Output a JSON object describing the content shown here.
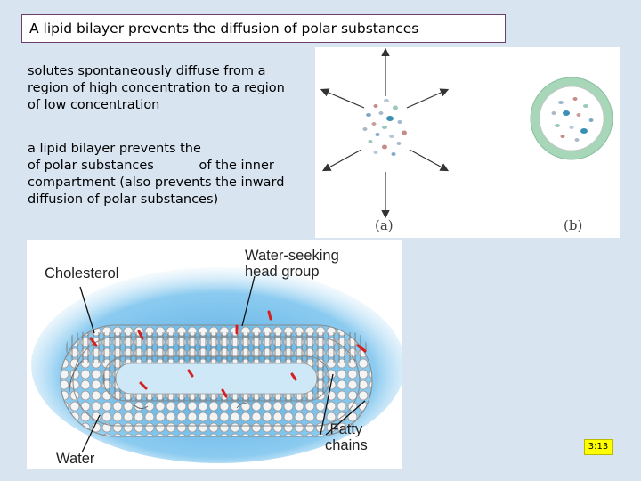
{
  "slide": {
    "title": "A lipid bilayer prevents the diffusion of polar substances",
    "paragraph1_lines": [
      "solutes spontaneously diffuse from a",
      "region of high concentration to a region",
      "of low concentration"
    ],
    "paragraph2_lines": [
      "a lipid bilayer prevents the",
      "of polar substances           of the inner",
      "compartment (also prevents the inward",
      "diffusion of polar substances)"
    ],
    "page_number": "3:13"
  },
  "figure_diffusion": {
    "caption_a": "(a)",
    "caption_b": "(b)"
  },
  "figure_membrane": {
    "label_cholesterol": "Cholesterol",
    "label_head_line1": "Water-seeking",
    "label_head_line2": "head group",
    "label_fatty_line1": "Fatty",
    "label_fatty_line2": "chains",
    "label_water": "Water"
  },
  "colors": {
    "background": "#d9e4f1",
    "title_border": "#6b3e6b",
    "membrane_ring": "#9fcfb0",
    "water": "#6fbde8",
    "cholesterol": "#d42020",
    "page_badge": "#ffff00"
  }
}
